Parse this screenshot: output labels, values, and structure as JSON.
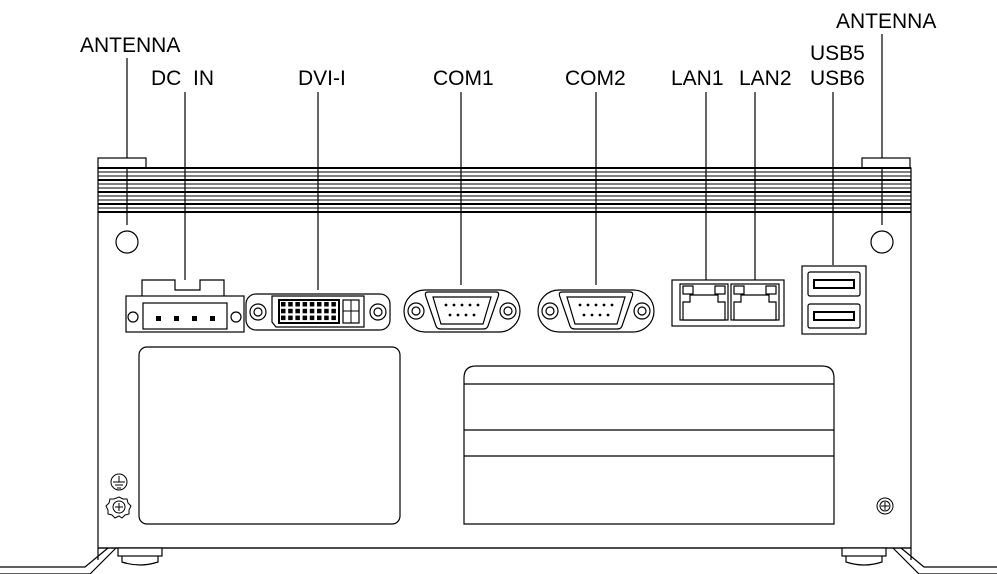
{
  "labels": {
    "antenna_left": "ANTENNA",
    "dc_in": "DC  IN",
    "dvi": "DVI-I",
    "com1": "COM1",
    "com2": "COM2",
    "lan1": "LAN1",
    "lan2": "LAN2",
    "usb5": "USB5",
    "usb6": "USB6",
    "antenna_right": "ANTENNA"
  },
  "colors": {
    "line": "#000000",
    "background": "#ffffff"
  }
}
